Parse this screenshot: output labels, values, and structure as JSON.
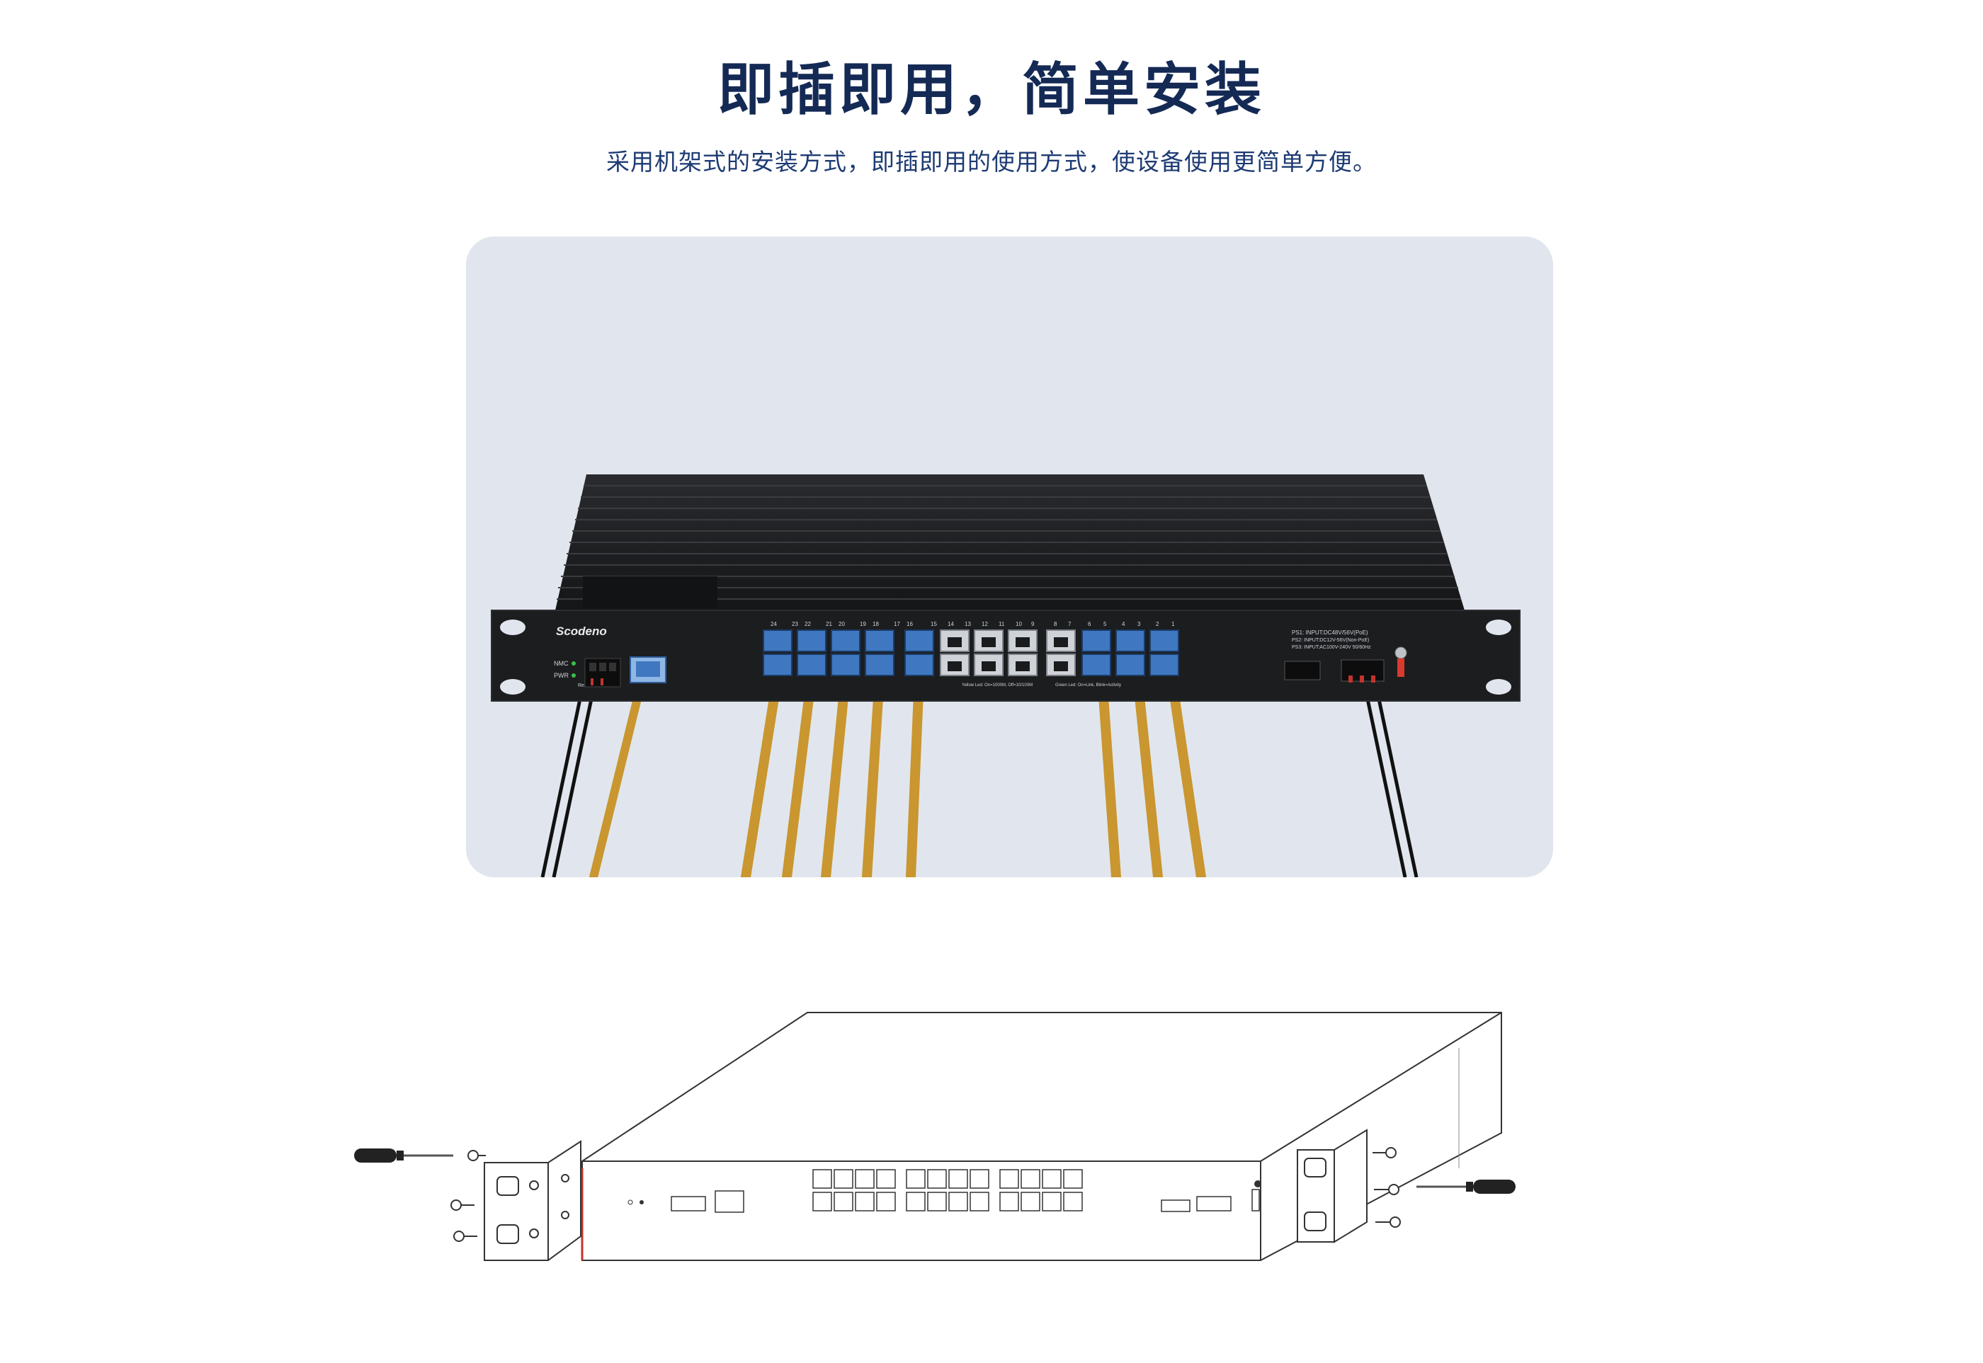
{
  "header": {
    "title": "即插即用，简单安装",
    "subtitle": "采用机架式的安装方式，即插即用的使用方式，使设备使用更简单方便。"
  },
  "device": {
    "brand": "Scodeno",
    "led_labels": [
      "NMC",
      "PWR"
    ],
    "reset_label": "Reset",
    "port_numbers_top": [
      "24",
      "23",
      "22",
      "21",
      "20",
      "19",
      "18",
      "17",
      "16",
      "15",
      "14",
      "13",
      "12",
      "11",
      "10",
      "9",
      "8",
      "7",
      "6",
      "5",
      "4",
      "3",
      "2",
      "1"
    ],
    "legend_left": "Yellow Led: On=1000M, Off=10/100M",
    "legend_right": "Green Led: On=Link, Blink=Activity",
    "power_lines": [
      "PS1: INPUT:DC48V/56V(PoE)",
      "PS2: INPUT:DC12V-56V(Non-PoE)",
      "PS3: INPUT:AC100V-240V 50/60Hz"
    ]
  },
  "colors": {
    "title": "#142a55",
    "subtitle": "#1d3b73",
    "panel_bg": "#e1e6ee",
    "device_body": "#1c1d1f",
    "port_blue": "#3f78c0",
    "cable_gold": "#c9962f"
  },
  "icons": [
    "rack-ear-icon",
    "screwdriver-icon",
    "screw-icon"
  ]
}
